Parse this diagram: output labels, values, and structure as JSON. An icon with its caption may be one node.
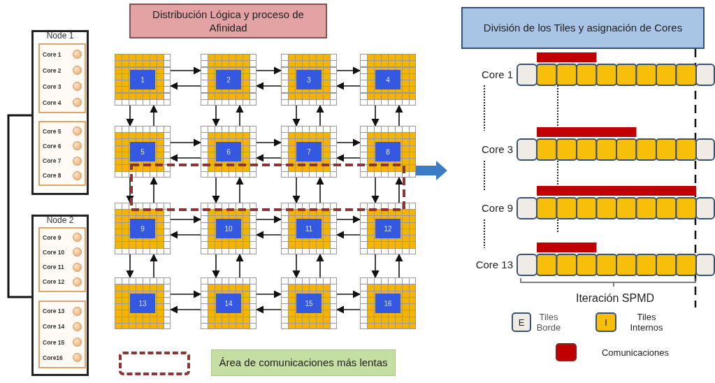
{
  "diagram": {
    "nodes": [
      {
        "text": [
          "Node 1"
        ]
      },
      {
        "text": [
          "Core 1",
          "Core 2",
          "Core 3",
          "Core 4"
        ],
        "in": 0
      },
      {
        "text": [
          "Core 5",
          "Core 6",
          "Core 7",
          "Core 8"
        ],
        "in": 0
      },
      {
        "text": [
          "Node 2"
        ]
      },
      {
        "text": [
          "Core 9",
          "Core 10",
          "Core 11",
          "Core 12"
        ],
        "in": 3
      },
      {
        "text": [
          "Core 13",
          "Core 14",
          "Core 15",
          "Core16"
        ],
        "in": 3
      },
      {
        "text": [
          "Distribución Lógica y proceso de Afinidad"
        ]
      },
      {
        "text": [
          "1"
        ]
      },
      {
        "text": [
          "2"
        ]
      },
      {
        "text": [
          "3"
        ]
      },
      {
        "text": [
          "4"
        ]
      },
      {
        "text": [
          "5"
        ]
      },
      {
        "text": [
          "6"
        ]
      },
      {
        "text": [
          "7"
        ]
      },
      {
        "text": [
          "8"
        ]
      },
      {
        "text": [
          "9"
        ]
      },
      {
        "text": [
          "10"
        ]
      },
      {
        "text": [
          "11"
        ]
      },
      {
        "text": [
          "12"
        ]
      },
      {
        "text": [
          "13"
        ]
      },
      {
        "text": [
          "14"
        ]
      },
      {
        "text": [
          "15"
        ]
      },
      {
        "text": [
          "16"
        ]
      },
      {
        "text": [
          "División de los Tiles y asignación de Cores"
        ]
      }
    ],
    "edges": [
      {
        "from": 0,
        "to": 3,
        "arrow": "none"
      },
      {
        "from": 7,
        "to": 8,
        "arrow": "to"
      },
      {
        "from": 8,
        "to": 7,
        "arrow": "to"
      },
      {
        "from": 8,
        "to": 9,
        "arrow": "to"
      },
      {
        "from": 9,
        "to": 8,
        "arrow": "to"
      },
      {
        "from": 9,
        "to": 10,
        "arrow": "to"
      },
      {
        "from": 10,
        "to": 9,
        "arrow": "to"
      },
      {
        "from": 11,
        "to": 12,
        "arrow": "to"
      },
      {
        "from": 12,
        "to": 11,
        "arrow": "to"
      },
      {
        "from": 12,
        "to": 13,
        "arrow": "to"
      },
      {
        "from": 13,
        "to": 12,
        "arrow": "to"
      },
      {
        "from": 13,
        "to": 14,
        "arrow": "to"
      },
      {
        "from": 14,
        "to": 13,
        "arrow": "to"
      },
      {
        "from": 15,
        "to": 16,
        "arrow": "to"
      },
      {
        "from": 16,
        "to": 15,
        "arrow": "to"
      },
      {
        "from": 16,
        "to": 17,
        "arrow": "to"
      },
      {
        "from": 17,
        "to": 16,
        "arrow": "to"
      },
      {
        "from": 17,
        "to": 18,
        "arrow": "to"
      },
      {
        "from": 18,
        "to": 17,
        "arrow": "to"
      },
      {
        "from": 19,
        "to": 20,
        "arrow": "to"
      },
      {
        "from": 20,
        "to": 19,
        "arrow": "to"
      },
      {
        "from": 20,
        "to": 21,
        "arrow": "to"
      },
      {
        "from": 21,
        "to": 20,
        "arrow": "to"
      },
      {
        "from": 21,
        "to": 22,
        "arrow": "to"
      },
      {
        "from": 22,
        "to": 21,
        "arrow": "to"
      },
      {
        "from": 7,
        "to": 11,
        "arrow": "to"
      },
      {
        "from": 11,
        "to": 7,
        "arrow": "to"
      },
      {
        "from": 8,
        "to": 12,
        "arrow": "to"
      },
      {
        "from": 12,
        "to": 8,
        "arrow": "to"
      },
      {
        "from": 9,
        "to": 13,
        "arrow": "to"
      },
      {
        "from": 13,
        "to": 9,
        "arrow": "to"
      },
      {
        "from": 10,
        "to": 14,
        "arrow": "to"
      },
      {
        "from": 14,
        "to": 10,
        "arrow": "to"
      },
      {
        "from": 11,
        "to": 15,
        "arrow": "to"
      },
      {
        "from": 15,
        "to": 11,
        "arrow": "to"
      },
      {
        "from": 12,
        "to": 16,
        "arrow": "to"
      },
      {
        "from": 16,
        "to": 12,
        "arrow": "to"
      },
      {
        "from": 13,
        "to": 17,
        "arrow": "to"
      },
      {
        "from": 17,
        "to": 13,
        "arrow": "to"
      },
      {
        "from": 14,
        "to": 18,
        "arrow": "to"
      },
      {
        "from": 18,
        "to": 14,
        "arrow": "to"
      },
      {
        "from": 15,
        "to": 19,
        "arrow": "to"
      },
      {
        "from": 19,
        "to": 15,
        "arrow": "to"
      },
      {
        "from": 16,
        "to": 20,
        "arrow": "to"
      },
      {
        "from": 20,
        "to": 16,
        "arrow": "to"
      },
      {
        "from": 17,
        "to": 21,
        "arrow": "to"
      },
      {
        "from": 21,
        "to": 17,
        "arrow": "to"
      },
      {
        "from": 18,
        "to": 22,
        "arrow": "to"
      },
      {
        "from": 22,
        "to": 18,
        "arrow": "to"
      },
      {
        "from": 14,
        "to": null,
        "arrow": "to",
        "style": "thick",
        "color": "#3b7cc4"
      }
    ],
    "labels": [
      "Core 1",
      "Core 3",
      "Core 9",
      "Core 13",
      "Iteración SPMD",
      "E",
      "I"
    ],
    "legend": [
      {
        "text": "Área de comunicaciones más lentas"
      },
      {
        "text": "Tiles Borde",
        "color": "#efece6"
      },
      {
        "text": "Tiles Internos",
        "color": "#f7be0a"
      },
      {
        "text": "Comunicaciones",
        "color": "#c00000"
      }
    ]
  }
}
